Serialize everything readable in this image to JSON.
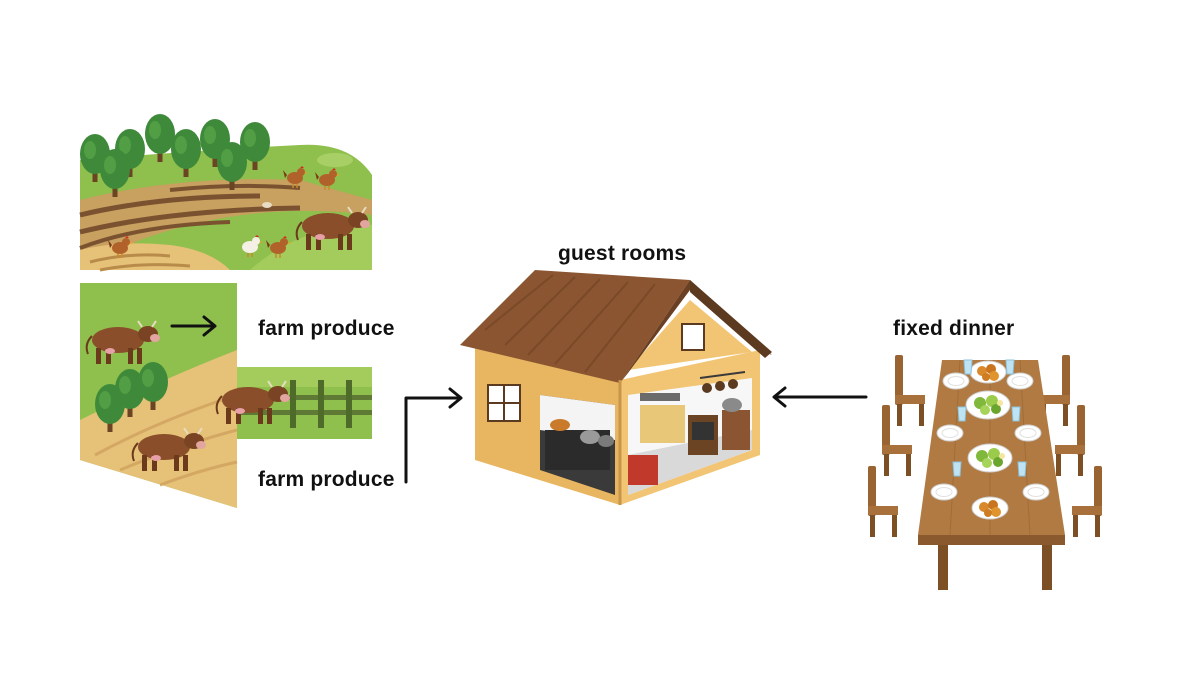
{
  "labels": {
    "guest_rooms": "guest rooms",
    "farm_produce_1": "farm produce",
    "farm_produce_2": "farm produce",
    "fixed_dinner": "fixed dinner"
  },
  "colors": {
    "grass": "#8fbf4d",
    "field": "#e6c178",
    "roof": "#8a5530",
    "wall": "#e8b561",
    "wood": "#9a6432",
    "cow": "#8a4f2a",
    "arrow": "#111111"
  },
  "icons": [
    "farm-scene",
    "cow-icon",
    "chicken-icon",
    "farmhouse-icon",
    "dinner-table-icon",
    "arrow-icon"
  ]
}
